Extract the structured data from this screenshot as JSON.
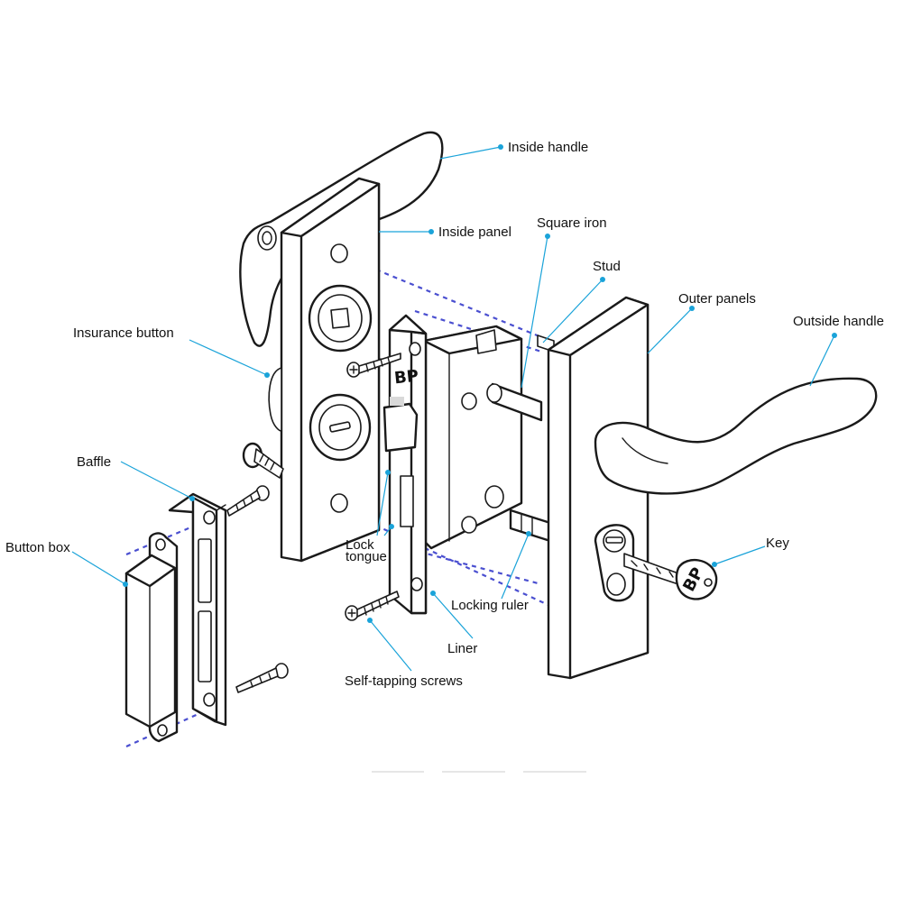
{
  "colors": {
    "leader_line": "#1aa3d9",
    "leader_dot": "#1aa3d9",
    "assembly_dash": "#4a4fd0",
    "outline": "#1a1a1a"
  },
  "engraving": {
    "liner_brand": "BP",
    "key_brand": "BP"
  },
  "labels": {
    "inside_handle": "Inside handle",
    "inside_panel": "Inside panel",
    "square_iron": "Square iron",
    "stud": "Stud",
    "outer_panels": "Outer panels",
    "outside_handle": "Outside handle",
    "insurance_button": "Insurance button",
    "baffle": "Baffle",
    "button_box": "Button box",
    "lock_tongue_line1": "Lock",
    "lock_tongue_line2": "tongue",
    "locking_ruler": "Locking ruler",
    "key": "Key",
    "liner": "Liner",
    "self_tapping_screws": "Self-tapping screws"
  }
}
